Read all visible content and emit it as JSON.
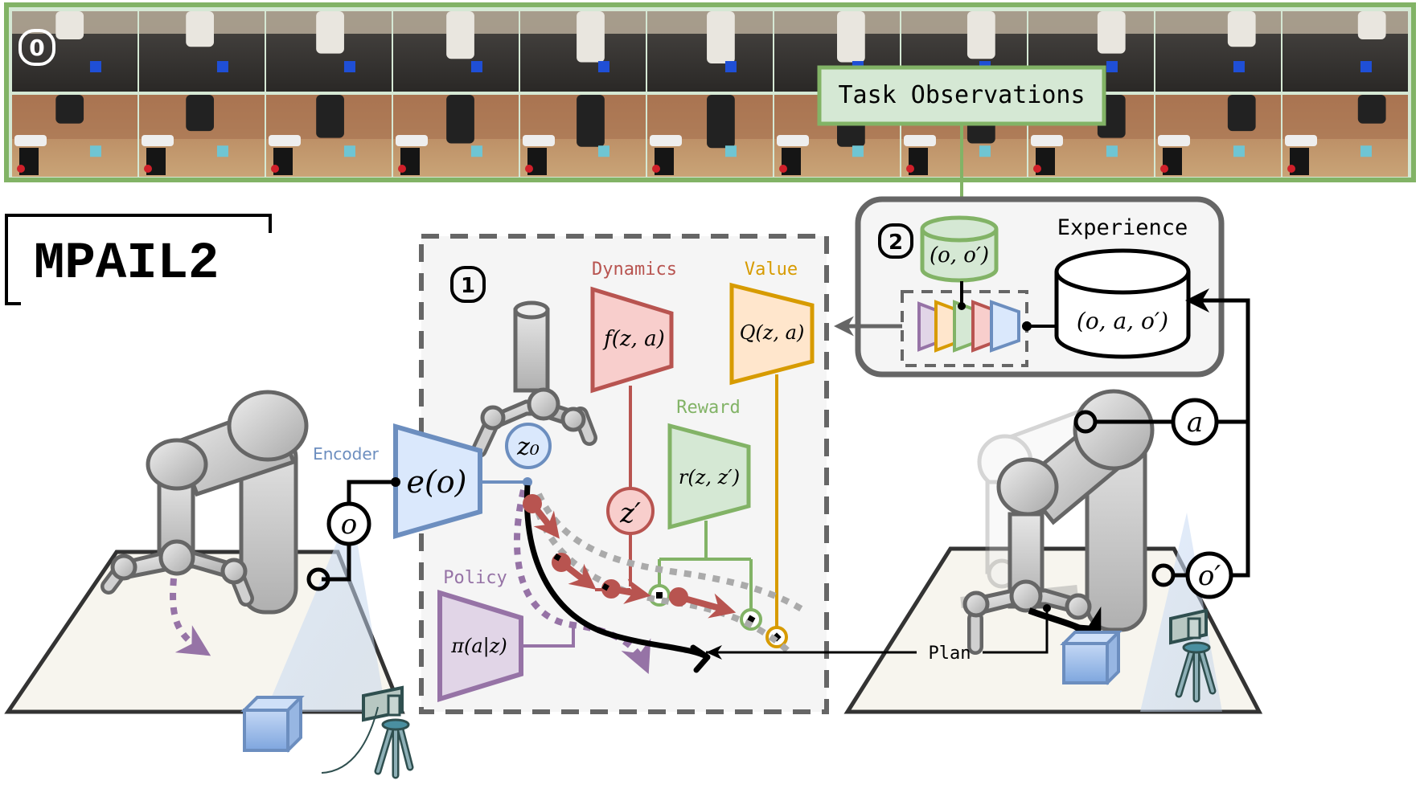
{
  "title": "MPAIL2",
  "colors": {
    "green": "#82b366",
    "green_fill": "#d5e8d4",
    "red": "#b85450",
    "red_fill": "#f8cecc",
    "orange": "#d79b00",
    "orange_fill": "#ffe6cc",
    "blue": "#6c8ebf",
    "blue_fill": "#dae8fc",
    "purple": "#9673a6",
    "purple_fill": "#e1d5e7",
    "gray": "#666666",
    "panel_bg": "#f5f5f5",
    "table": "#f7f5ee"
  },
  "observations": {
    "step_label": "0",
    "caption": "Task Observations",
    "rows": [
      {
        "name": "top-row",
        "scene": "robot arm pushing blue cube on dark table",
        "frames": 11
      },
      {
        "name": "bottom-row",
        "scene": "gripper lifting cyan cube in cardboard box",
        "frames": 11
      }
    ]
  },
  "model_panel": {
    "step_label": "1",
    "modules": {
      "dynamics": {
        "label": "Dynamics",
        "formula": "f(z, a)"
      },
      "value": {
        "label": "Value",
        "formula": "Q(z, a)"
      },
      "reward": {
        "label": "Reward",
        "formula": "r(z, z′)"
      },
      "encoder": {
        "label": "Encoder",
        "formula": "e(o)"
      },
      "policy": {
        "label": "Policy",
        "formula": "π(a|z)"
      }
    },
    "latent_start": "z₀",
    "latent_next": "z′"
  },
  "experience_panel": {
    "step_label": "2",
    "label": "Experience",
    "task_buffer": "(o, o′)",
    "experience_buffer": "(o, a, o′)"
  },
  "signals": {
    "observation": "o",
    "next_observation": "o′",
    "action": "a",
    "plan": "Plan"
  }
}
